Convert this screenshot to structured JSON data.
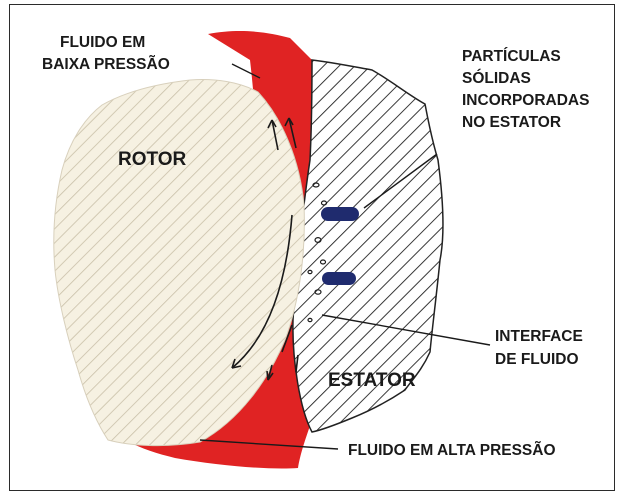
{
  "labels": {
    "low_pressure_line1": "FLUIDO EM",
    "low_pressure_line2": "BAIXA PRESSÃO",
    "particles_line1": "PARTÍCULAS",
    "particles_line2": "SÓLIDAS",
    "particles_line3": "INCORPORADAS",
    "particles_line4": "NO ESTATOR",
    "rotor": "ROTOR",
    "interface_line1": "INTERFACE",
    "interface_line2": "DE FLUIDO",
    "stator": "ESTATOR",
    "high_pressure": "FLUIDO EM ALTA PRESSÃO"
  },
  "colors": {
    "fluid": "#e02323",
    "rotor_fill": "#f6f1e2",
    "rotor_hatch": "#c9c0a8",
    "stator_hatch": "#222222",
    "particle": "#1f2b6e",
    "text": "#1a1a1a"
  }
}
